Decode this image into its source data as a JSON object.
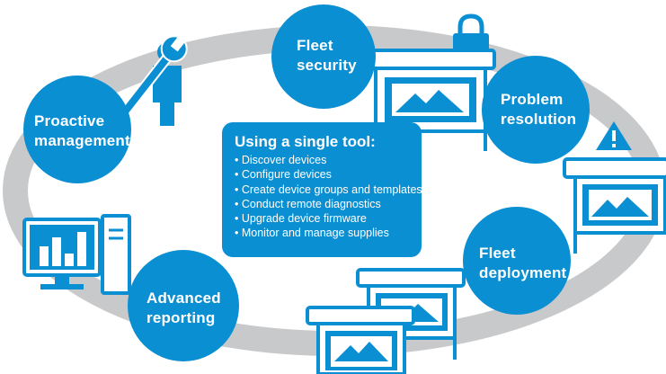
{
  "colors": {
    "primary_blue": "#0a8fd3",
    "ring_gray": "#c8c9ca",
    "icon_blue": "#0a8fd3",
    "white": "#ffffff"
  },
  "nodes": {
    "fleet_security": {
      "line1": "Fleet",
      "line2": "security"
    },
    "problem_resolution": {
      "line1": "Problem",
      "line2": "resolution"
    },
    "fleet_deployment": {
      "line1": "Fleet",
      "line2": "deployment"
    },
    "advanced_reporting": {
      "line1": "Advanced",
      "line2": "reporting"
    },
    "proactive_management": {
      "line1": "Proactive",
      "line2": "management"
    }
  },
  "center": {
    "title": "Using a single tool:",
    "items": [
      "Discover devices",
      "Configure devices",
      "Create device groups and templates",
      "Conduct remote diagnostics",
      "Upgrade device firmware",
      "Monitor and manage supplies"
    ]
  },
  "icons": [
    "wrench-user-icon",
    "printer-lock-icon",
    "printer-warning-icon",
    "computer-chart-icon",
    "printer-stack-icon"
  ]
}
